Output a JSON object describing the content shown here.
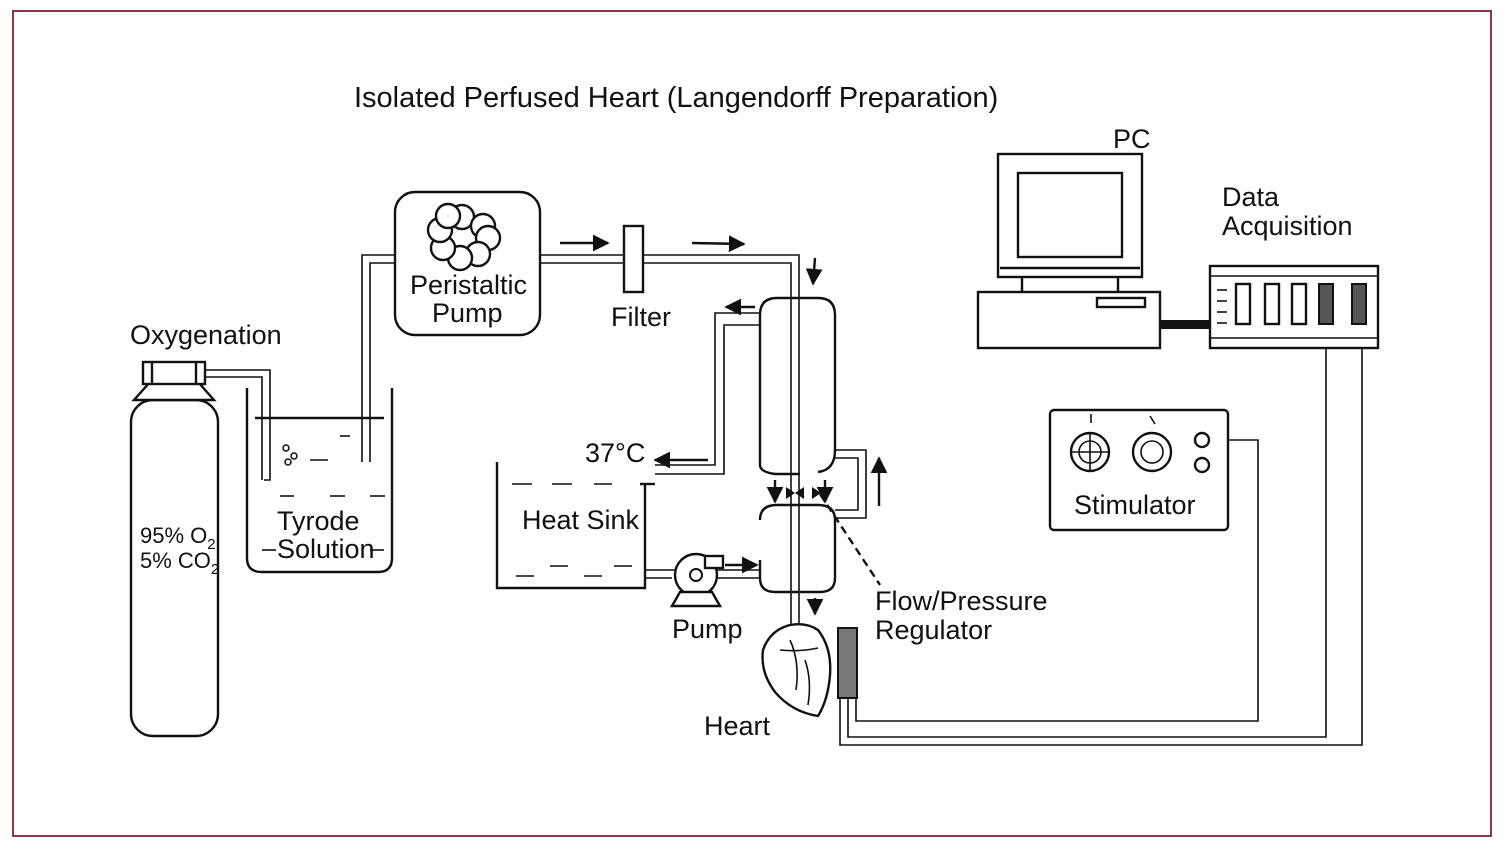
{
  "title": "Isolated Perfused Heart (Langendorff Preparation)",
  "labels": {
    "pc": "PC",
    "data_acquisition_line1": "Data",
    "data_acquisition_line2": "Acquisition",
    "oxygenation": "Oxygenation",
    "peristaltic_line1": "Peristaltic",
    "peristaltic_line2": "Pump",
    "filter": "Filter",
    "temperature": "37°C",
    "heat_sink": "Heat Sink",
    "tyrode_line1": "Tyrode",
    "tyrode_line2": "Solution",
    "gas_o2_prefix": "95% O",
    "gas_o2_sub": "2",
    "gas_co2_prefix": "5% CO",
    "gas_co2_sub": "2",
    "stimulator": "Stimulator",
    "flow_line1": "Flow/Pressure",
    "flow_line2": "Regulator",
    "pump": "Pump",
    "heart": "Heart"
  },
  "colors": {
    "frame": "#8b3a4a",
    "ink": "#111111",
    "electrode": "#777777",
    "acq_channel": "#555555"
  }
}
